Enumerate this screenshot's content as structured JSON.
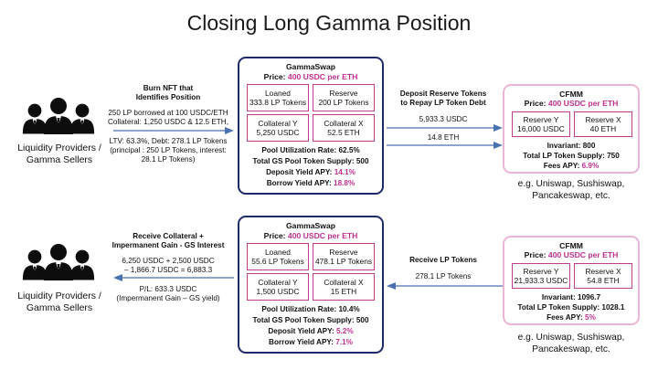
{
  "title": "Closing Long Gamma Position",
  "lp_label": [
    "Liquidity Providers /",
    "Gamma Sellers"
  ],
  "top": {
    "left_note_heading": [
      "Burn NFT that",
      "Identifies Position"
    ],
    "left_note_body": [
      "250 LP borrowed  at 100 USDC/ETH",
      "Collateral: 1,250 USDC & 12.5 ETH,"
    ],
    "left_note_body2": [
      "LTV: 63.3%, Debt: 278.1 LP Tokens",
      "(principal : 250 LP Tokens, interest:",
      "28.1 LP Tokens)"
    ],
    "gs": {
      "name": "GammaSwap",
      "price_label": "Price: ",
      "price_value": "400 USDC per ETH",
      "cells": [
        [
          "Loaned",
          "333.8 LP Tokens"
        ],
        [
          "Reserve",
          "200 LP Tokens"
        ],
        [
          "Collateral Y",
          "5,250 USDC"
        ],
        [
          "Collateral X",
          "52.5 ETH"
        ]
      ],
      "util": "Pool Utilization Rate: 62.5%",
      "supply": "Total GS Pool Token Supply: 500",
      "deposit_label": "Deposit Yield APY: ",
      "deposit_value": "14.1%",
      "borrow_label": "Borrow Yield APY: ",
      "borrow_value": "18.8%"
    },
    "right_note_heading": [
      "Deposit Reserve Tokens",
      "to Repay LP Token Debt"
    ],
    "arrow1": "5,933.3 USDC",
    "arrow2": "14.8 ETH",
    "cfmm": {
      "name": "CFMM",
      "price_label": "Price: ",
      "price_value": "400 USDC per ETH",
      "cells": [
        [
          "Reserve Y",
          "16,000 USDC"
        ],
        [
          "Reserve X",
          "40 ETH"
        ]
      ],
      "invariant": "Invariant: 800",
      "supply": "Total LP Token Supply: 750",
      "fees_label": "Fees APY: ",
      "fees_value": "6.9%"
    },
    "eg": [
      "e.g. Uniswap, Sushiswap,",
      "Pancakeswap, etc."
    ]
  },
  "bottom": {
    "left_note_heading": [
      "Receive Collateral +",
      "Impermanent Gain -  GS Interest"
    ],
    "left_note_body": [
      "6,250 USDC + 2,500 USDC",
      "– 1,866.7 USDC = 6,883.3"
    ],
    "left_note_body2": [
      "P/L: 633.3 USDC",
      "(Impermanent  Gain – GS yield)"
    ],
    "gs": {
      "name": "GammaSwap",
      "price_label": "Price: ",
      "price_value": "400 USDC per ETH",
      "cells": [
        [
          "Loaned",
          "55.6 LP Tokens"
        ],
        [
          "Reserve",
          "478.1 LP Tokens"
        ],
        [
          "Collateral Y",
          "1,500 USDC"
        ],
        [
          "Collateral X",
          "15 ETH"
        ]
      ],
      "util": "Pool Utilization Rate: 10.4%",
      "supply": "Total GS Pool Token Supply: 500",
      "deposit_label": "Deposit Yield APY: ",
      "deposit_value": "5.2%",
      "borrow_label": "Borrow Yield APY: ",
      "borrow_value": "7.1%"
    },
    "right_note_heading": [
      "Receive LP Tokens"
    ],
    "arrow1": "278.1 LP Tokens",
    "cfmm": {
      "name": "CFMM",
      "price_label": "Price: ",
      "price_value": "400 USDC per ETH",
      "cells": [
        [
          "Reserve Y",
          "21,933.3 USDC"
        ],
        [
          "Reserve X",
          "54.8 ETH"
        ]
      ],
      "invariant": "Invariant: 1096.7",
      "supply": "Total LP Token Supply: 1028.1",
      "fees_label": "Fees APY: ",
      "fees_value": "5%"
    },
    "eg": [
      "e.g. Uniswap, Sushiswap,",
      "Pancakeswap, etc."
    ]
  },
  "colors": {
    "gs_border": "#1f2a6b",
    "cfmm_border": "#eab6d8",
    "cell_border": "#c03d8c",
    "accent": "#c0308f",
    "arrow": "#4a72b0"
  }
}
